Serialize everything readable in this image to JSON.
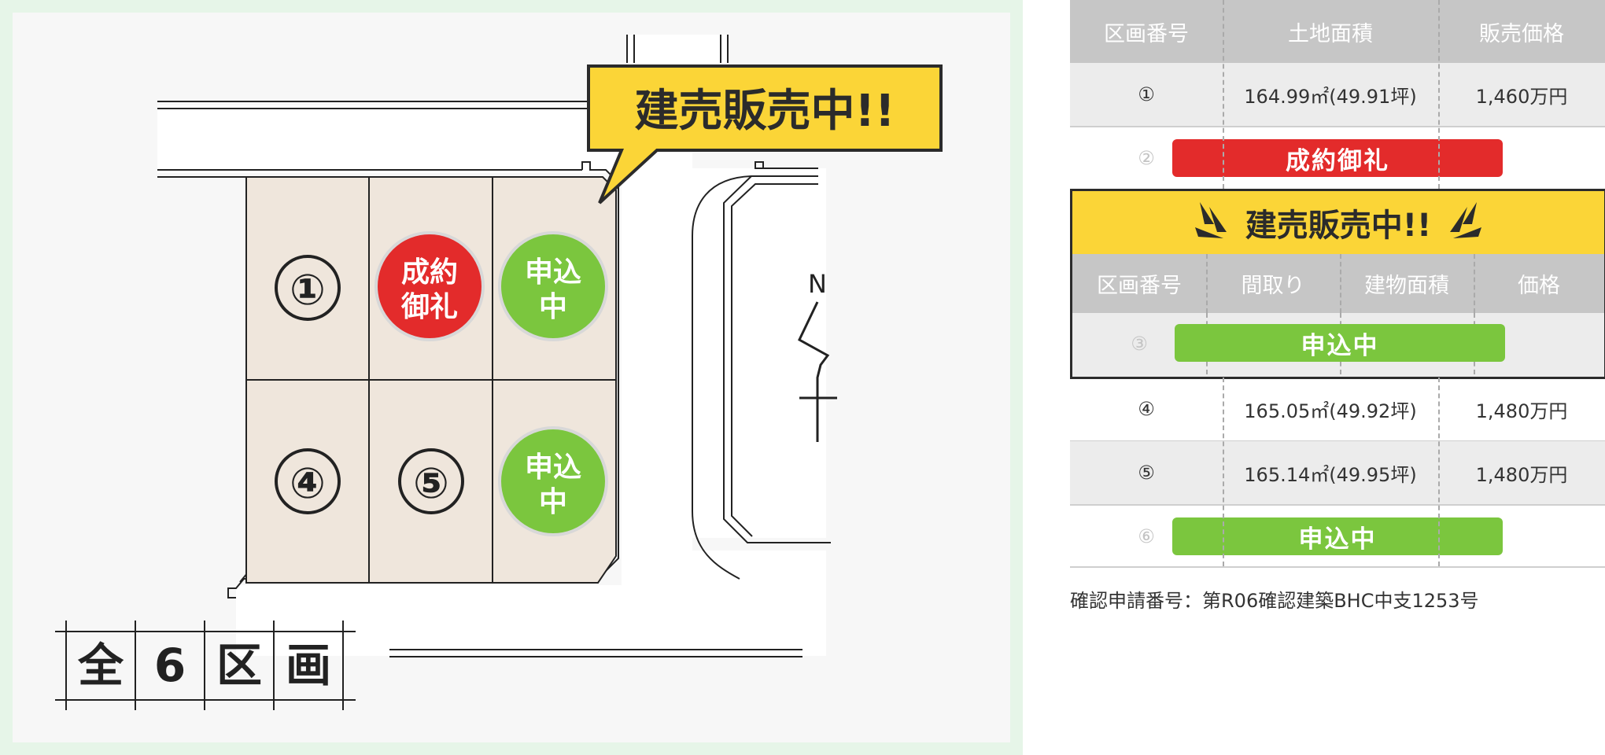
{
  "map": {
    "badge": "建売販売中!!",
    "lots": {
      "lot1": "①",
      "lot4": "④",
      "lot5": "⑤"
    },
    "stamps": {
      "sold_line1": "成約",
      "sold_line2": "御礼",
      "apply_a_line1": "申込",
      "apply_a_line2": "中",
      "apply_b_line1": "申込",
      "apply_b_line2": "中"
    },
    "compass": "N",
    "total": [
      "全",
      "6",
      "区",
      "画"
    ]
  },
  "land_table": {
    "headers": [
      "区画番号",
      "土地面積",
      "販売価格"
    ],
    "rows": [
      {
        "no": "①",
        "area": "164.99㎡(49.91坪)",
        "price": "1,460万円"
      },
      {
        "no": "②",
        "status": "成約御礼"
      },
      {
        "no": "④",
        "area": "165.05㎡(49.92坪)",
        "price": "1,480万円"
      },
      {
        "no": "⑤",
        "area": "165.14㎡(49.95坪)",
        "price": "1,480万円"
      },
      {
        "no": "⑥",
        "status": "申込中"
      }
    ]
  },
  "house_box": {
    "title": "建売販売中!!",
    "headers": [
      "区画番号",
      "間取り",
      "建物面積",
      "価格"
    ],
    "rows": [
      {
        "no": "③",
        "status": "申込中"
      }
    ]
  },
  "note": "確認申請番号：第R06確認建築BHC中支1253号",
  "colors": {
    "sold": "#e32b2b",
    "apply": "#7bc63e",
    "highlight": "#fbd537",
    "lot_fill": "#efe6dc",
    "map_frame": "#e6f5e8"
  }
}
